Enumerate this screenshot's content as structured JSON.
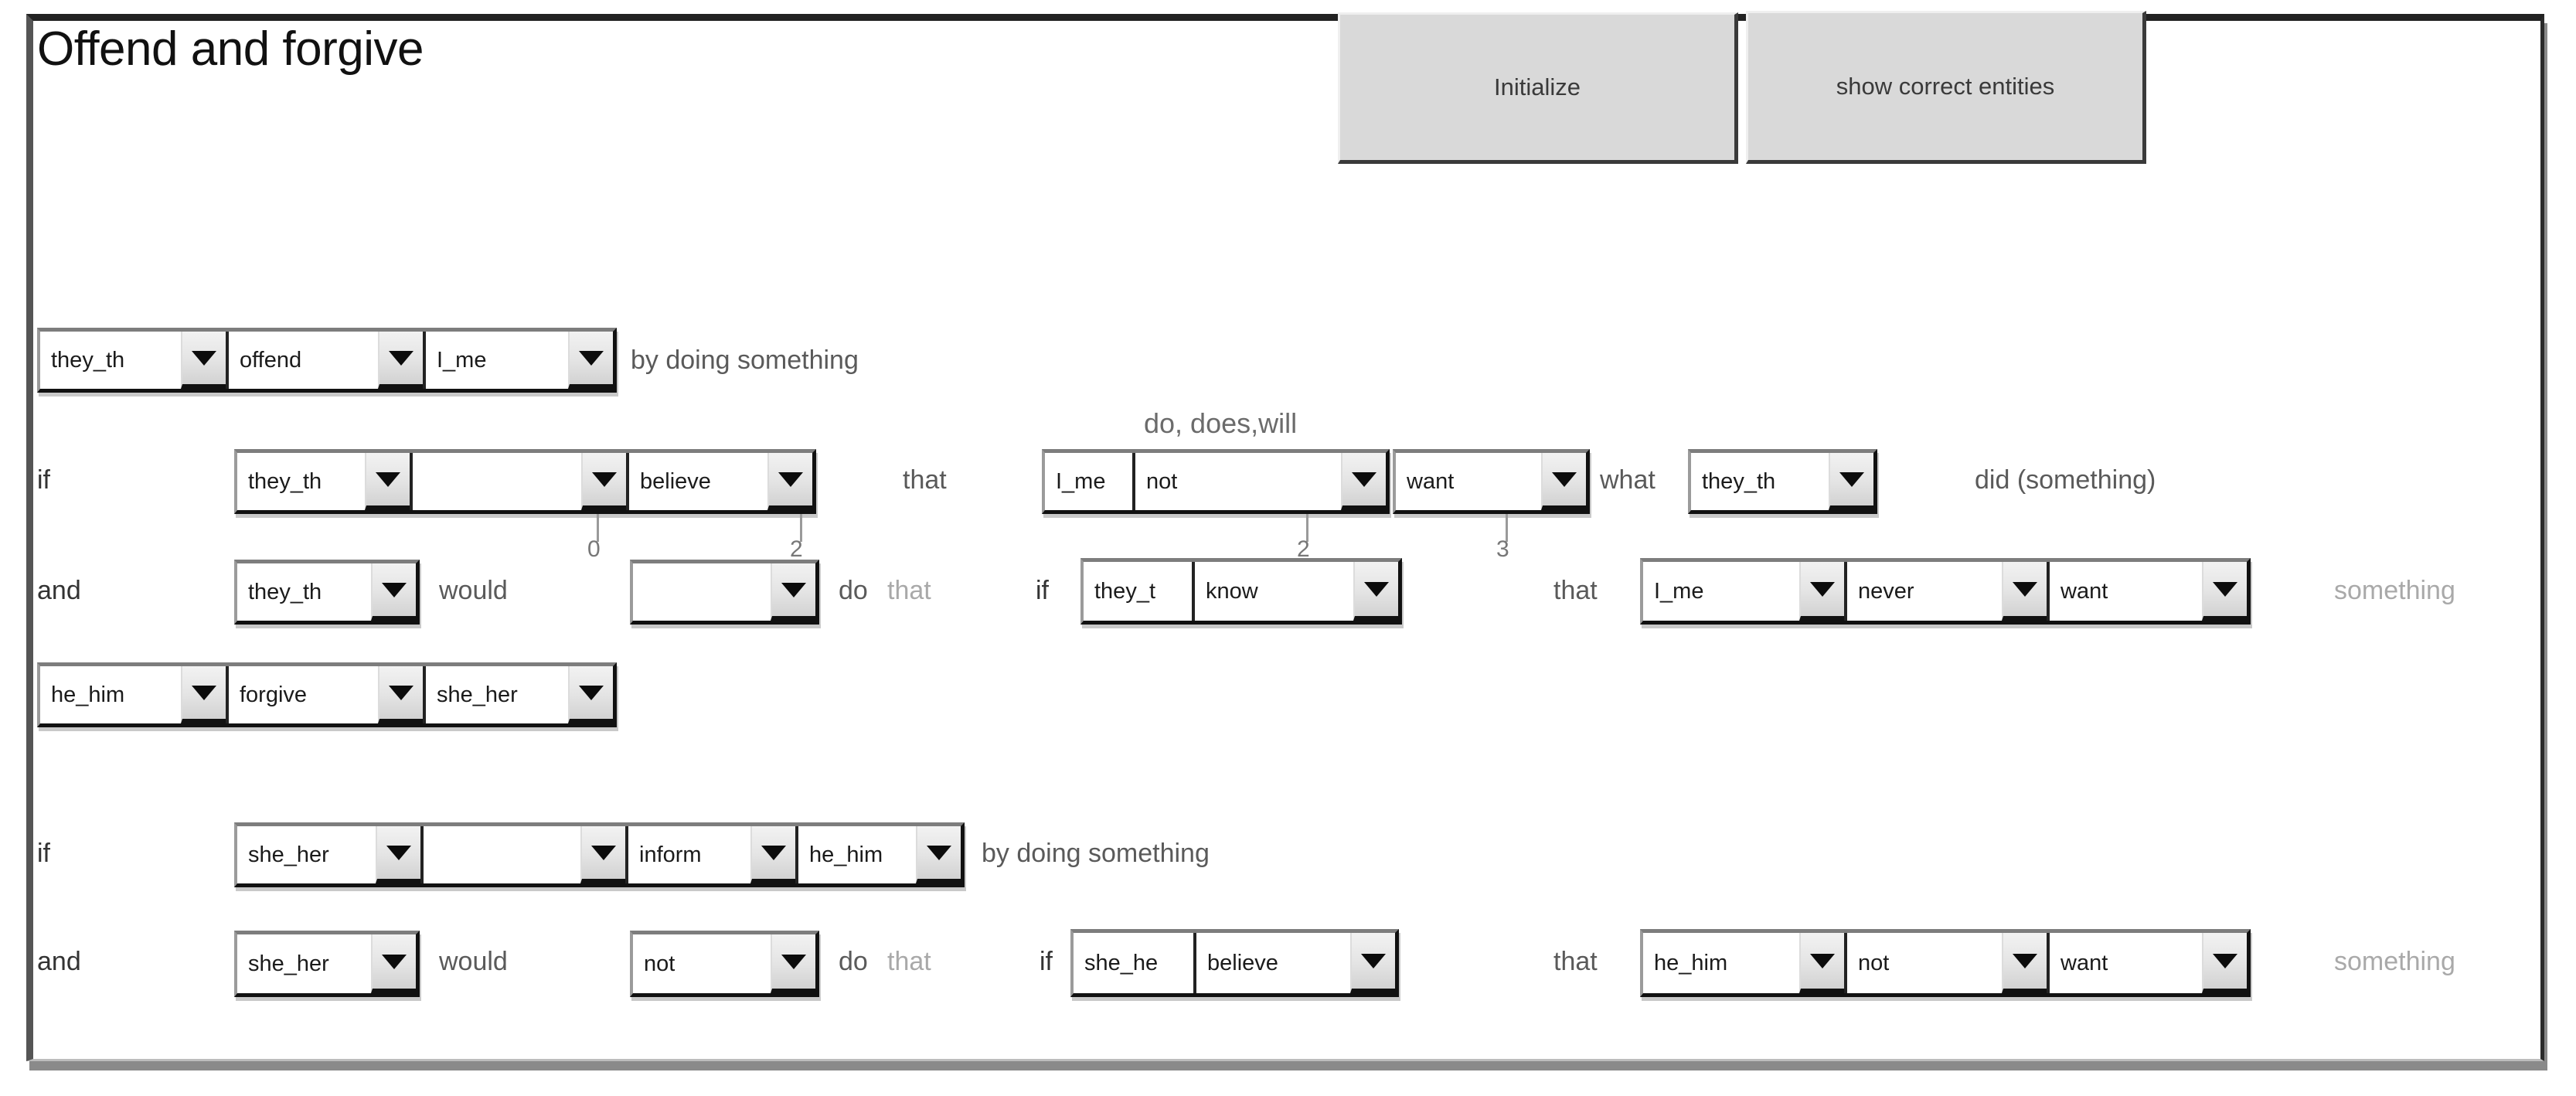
{
  "page_title": "Offend and forgive",
  "toolbar": {
    "initialize_label": "Initialize",
    "show_correct_label": "show correct entities"
  },
  "annotations": {
    "tense_hint": "do, does,will",
    "index_0": "0",
    "index_2a": "2",
    "index_2b": "2",
    "index_3": "3"
  },
  "connectors": {
    "by_doing_something_1": "by doing something",
    "by_doing_something_2": "by doing something",
    "if_1": "if",
    "if_2": "if",
    "if_3": "if",
    "if_4": "if",
    "and_1": "and",
    "and_2": "and",
    "that_1": "that",
    "that_2": "that",
    "that_3": "that",
    "that_4": "that",
    "what_1": "what",
    "would_1": "would",
    "would_2": "would",
    "do_1": "do",
    "do_2": "do",
    "do_that_tail_1": "that",
    "do_that_tail_2": "that",
    "did_something": "did (something)",
    "something_1": "something",
    "something_2": "something"
  },
  "rows": [
    {
      "id": "row-1-offend",
      "widgets": [
        {
          "name": "subject-1",
          "value": "they_th",
          "type": "combo"
        },
        {
          "name": "verb-offend",
          "value": "offend",
          "type": "combo"
        },
        {
          "name": "object-1",
          "value": "I_me",
          "type": "combo"
        }
      ]
    },
    {
      "id": "row-2-if-believe",
      "widgets": [
        {
          "name": "subject-2",
          "value": "they_th",
          "type": "combo"
        },
        {
          "name": "modal-2",
          "value": "",
          "type": "combo"
        },
        {
          "name": "verb-believe",
          "value": "believe",
          "type": "combo"
        },
        {
          "name": "entity-2",
          "value": "I_me",
          "type": "cell"
        },
        {
          "name": "negation-2",
          "value": "not",
          "type": "combo"
        },
        {
          "name": "verb-want-2",
          "value": "want",
          "type": "combo"
        },
        {
          "name": "subject-2b",
          "value": "they_th",
          "type": "combo"
        }
      ]
    },
    {
      "id": "row-3-and-would",
      "widgets": [
        {
          "name": "subject-3",
          "value": "they_th",
          "type": "combo"
        },
        {
          "name": "modal-3",
          "value": "",
          "type": "combo"
        },
        {
          "name": "entity-3",
          "value": "they_t",
          "type": "cell"
        },
        {
          "name": "verb-know",
          "value": "know",
          "type": "combo"
        },
        {
          "name": "entity-3b",
          "value": "I_me",
          "type": "combo"
        },
        {
          "name": "negation-3",
          "value": "never",
          "type": "combo"
        },
        {
          "name": "verb-want-3",
          "value": "want",
          "type": "combo"
        }
      ]
    },
    {
      "id": "row-4-forgive",
      "widgets": [
        {
          "name": "subject-4",
          "value": "he_him",
          "type": "combo"
        },
        {
          "name": "verb-forgive",
          "value": "forgive",
          "type": "combo"
        },
        {
          "name": "object-4",
          "value": "she_her",
          "type": "combo"
        }
      ]
    },
    {
      "id": "row-5-if-inform",
      "widgets": [
        {
          "name": "subject-5",
          "value": "she_her",
          "type": "combo"
        },
        {
          "name": "modal-5",
          "value": "",
          "type": "combo"
        },
        {
          "name": "verb-inform",
          "value": "inform",
          "type": "combo"
        },
        {
          "name": "object-5",
          "value": "he_him",
          "type": "combo"
        }
      ]
    },
    {
      "id": "row-6-and-would-not",
      "widgets": [
        {
          "name": "subject-6",
          "value": "she_her",
          "type": "combo"
        },
        {
          "name": "modal-6",
          "value": "not",
          "type": "combo"
        },
        {
          "name": "entity-6",
          "value": "she_he",
          "type": "cell"
        },
        {
          "name": "verb-believe-6",
          "value": "believe",
          "type": "combo"
        },
        {
          "name": "entity-6b",
          "value": "he_him",
          "type": "combo"
        },
        {
          "name": "negation-6",
          "value": "not",
          "type": "combo"
        },
        {
          "name": "verb-want-6",
          "value": "want",
          "type": "combo"
        }
      ]
    }
  ],
  "colors": {
    "button_face": "#d9d9d9",
    "frame_dark": "#222222",
    "text_gray": "#5a5a5a",
    "text_faint": "#a9a9a9"
  }
}
